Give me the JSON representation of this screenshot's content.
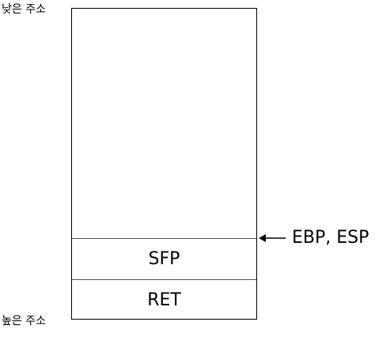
{
  "labels": {
    "low_address": "낮은 주소",
    "high_address": "높은 주소"
  },
  "stack": {
    "cells": [
      {
        "label": "SFP"
      },
      {
        "label": "RET"
      }
    ]
  },
  "pointer": {
    "label": "EBP, ESP",
    "icon": "arrow-left-icon"
  },
  "colors": {
    "line": "#000000",
    "divider": "#555555",
    "background": "#ffffff"
  }
}
